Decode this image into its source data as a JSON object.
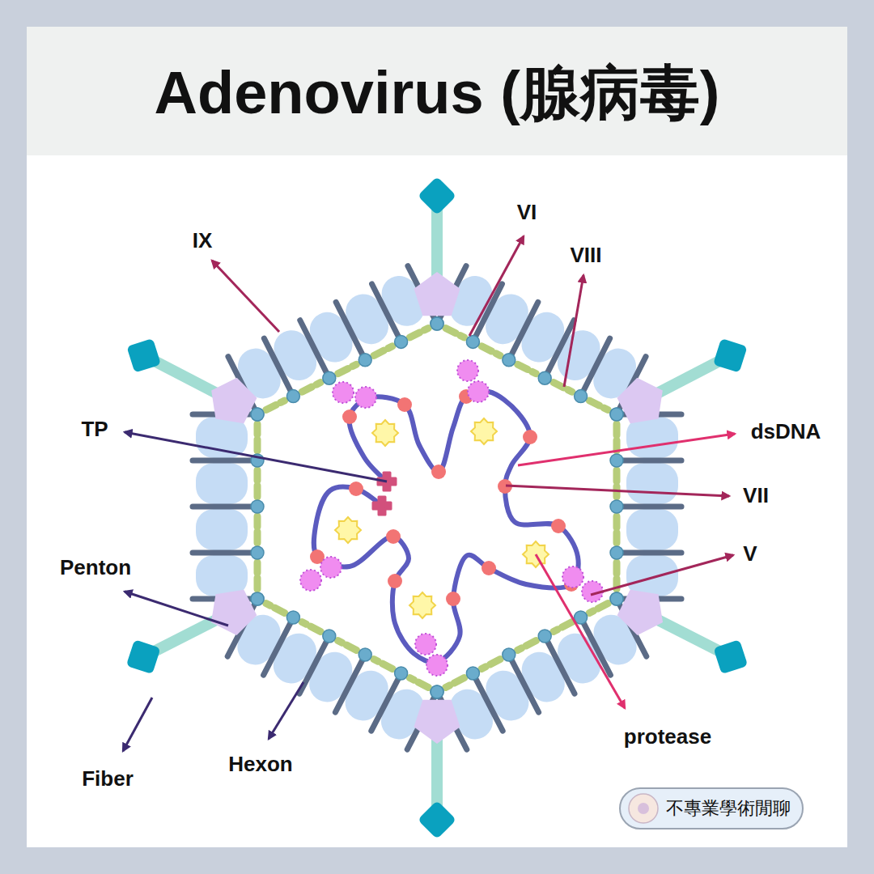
{
  "diagram": {
    "title": "Adenovirus (腺病毒)",
    "nodes": [
      {
        "text": [
          "不專業學術閒聊"
        ]
      }
    ],
    "labels": [
      "IX",
      "VI",
      "VIII",
      "TP",
      "dsDNA",
      "VII",
      "Penton",
      "V",
      "Fiber",
      "Hexon",
      "protease"
    ]
  }
}
